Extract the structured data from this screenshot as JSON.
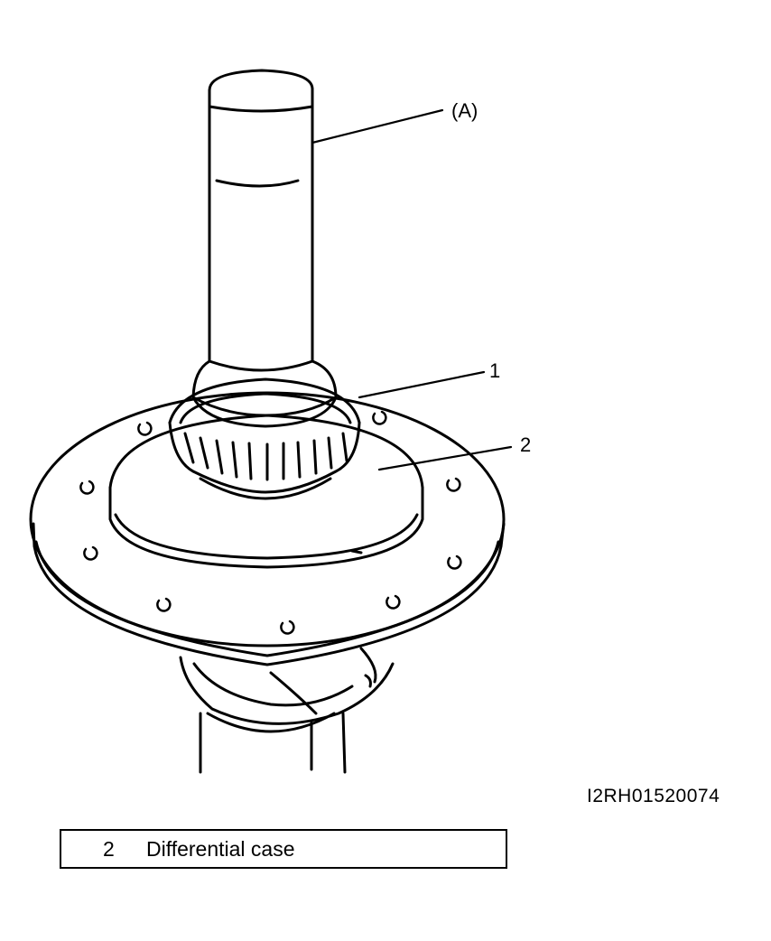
{
  "callouts": {
    "tool": "(A)",
    "part1": "1",
    "part2": "2"
  },
  "figure_id": "I2RH01520074",
  "legend": [
    {
      "number": "2",
      "text": "Differential case"
    }
  ]
}
